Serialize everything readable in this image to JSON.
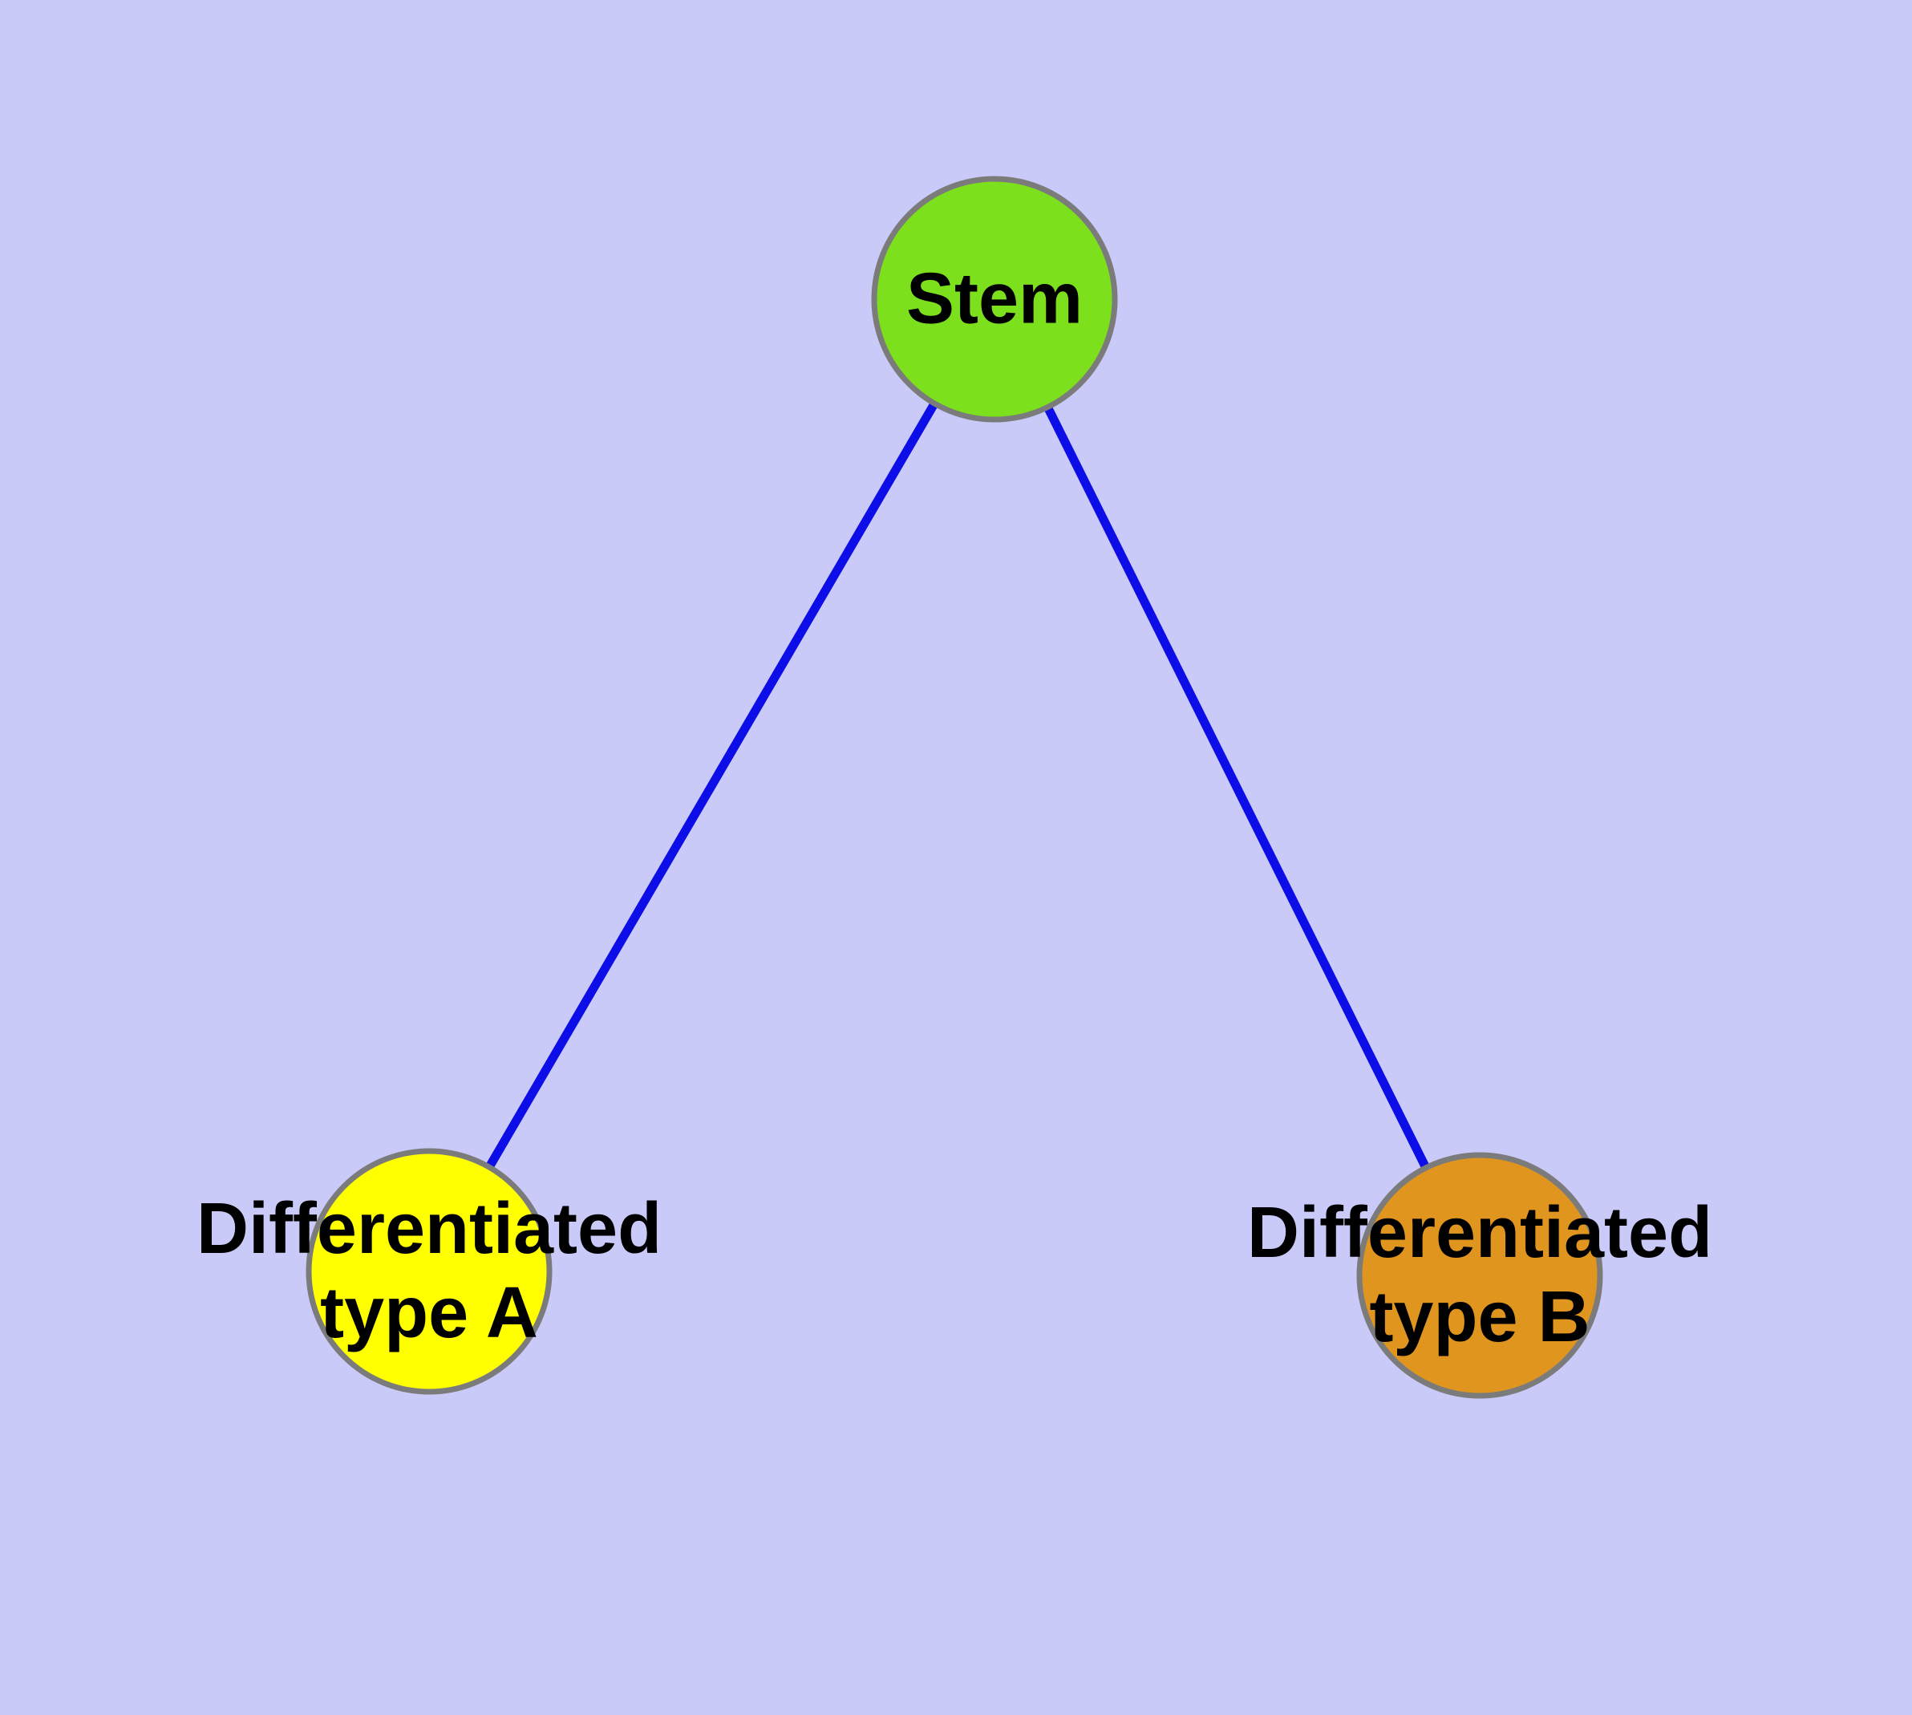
{
  "diagram": {
    "background_color": "#cacaf8",
    "edge_color": "#0d0de8",
    "node_border_color": "#7b7b7b",
    "nodes": [
      {
        "id": "stem",
        "label": "Stem",
        "color": "#7de01d"
      },
      {
        "id": "type-a",
        "label": "Differentiated\ntype A",
        "color": "#ffff00"
      },
      {
        "id": "type-b",
        "label": "Differentiated\ntype B",
        "color": "#e0961e"
      }
    ],
    "edges": [
      {
        "from": "stem",
        "to": "type-a"
      },
      {
        "from": "stem",
        "to": "type-b"
      }
    ]
  }
}
